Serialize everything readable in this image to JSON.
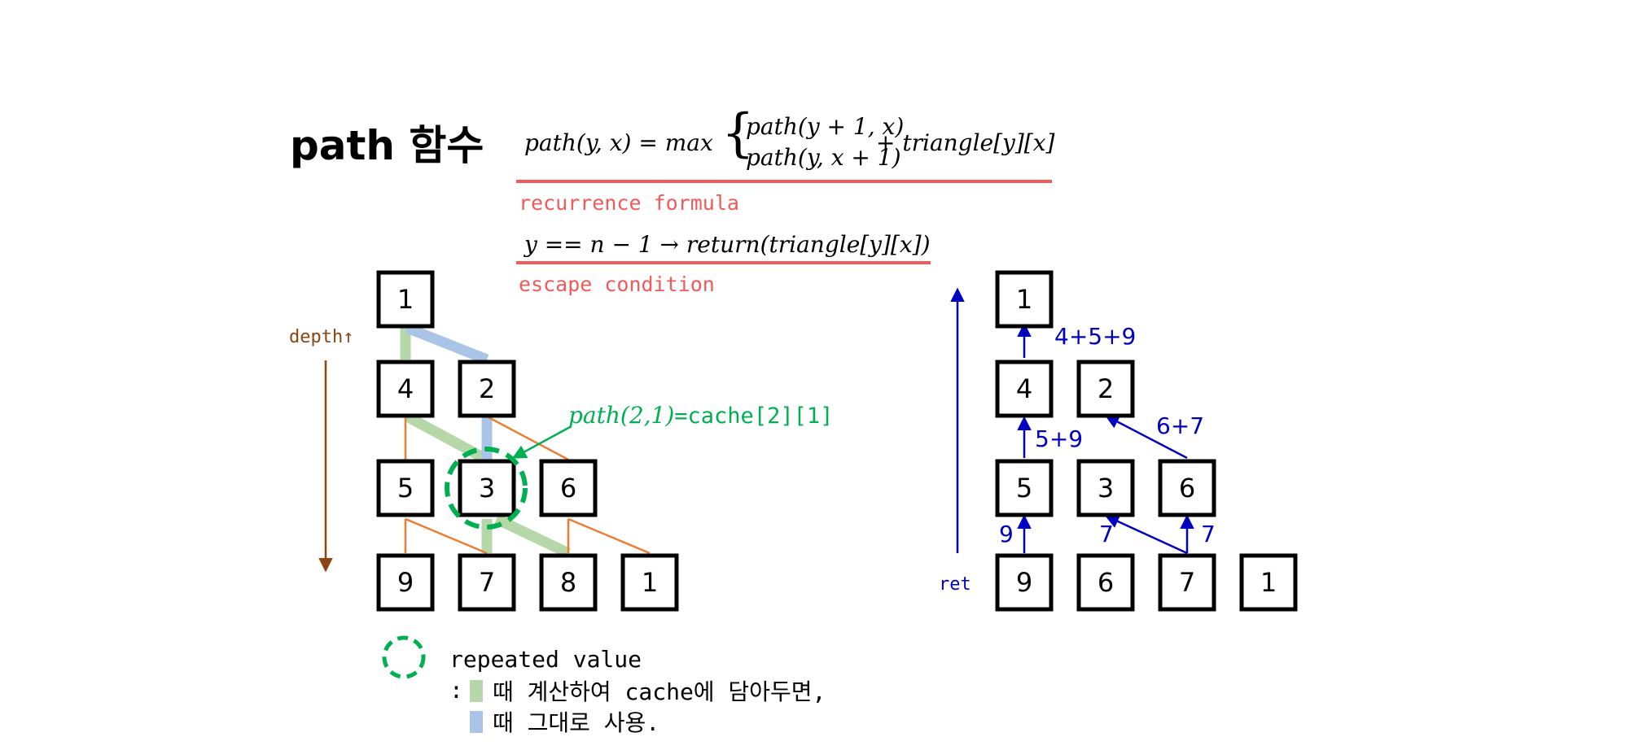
{
  "title": "path 함수",
  "formula": {
    "recurrence_lhs": "path(y, x) = max",
    "recurrence_top": "path(y + 1, x)",
    "recurrence_bottom": "path(y, x + 1)",
    "recurrence_rhs": "+ triangle[y][x]",
    "recurrence_caption": "recurrence formula",
    "escape": "y == n − 1 → return(triangle[y][x])",
    "escape_caption": "escape condition"
  },
  "colors": {
    "caption_red": "#f05a5a",
    "depth_brown": "#8b4513",
    "green_path": "#b6d7a8",
    "blue_path": "#a9c4e6",
    "orange_edge": "#ed7d31",
    "repeat_green": "#00b050",
    "return_blue": "#0000c0"
  },
  "left_tree": {
    "depth_label": "depth↑",
    "rows": [
      [
        "1"
      ],
      [
        "4",
        "2"
      ],
      [
        "5",
        "3",
        "6"
      ],
      [
        "9",
        "7",
        "8",
        "1"
      ]
    ],
    "callout_func": "path(2,1)",
    "callout_eq": "=cache[2][1]"
  },
  "right_tree": {
    "ret_label": "ret",
    "rows": [
      [
        "1"
      ],
      [
        "4",
        "2"
      ],
      [
        "5",
        "3",
        "6"
      ],
      [
        "9",
        "6",
        "7",
        "1"
      ]
    ],
    "labels": [
      "4+5+9",
      "5+9",
      "6+7",
      "9",
      "7",
      "7"
    ]
  },
  "legend": {
    "repeated": "repeated value",
    "colon": ":",
    "line1": "때 계산하여 cache에 담아두면,",
    "line2": "때 그대로 사용."
  }
}
